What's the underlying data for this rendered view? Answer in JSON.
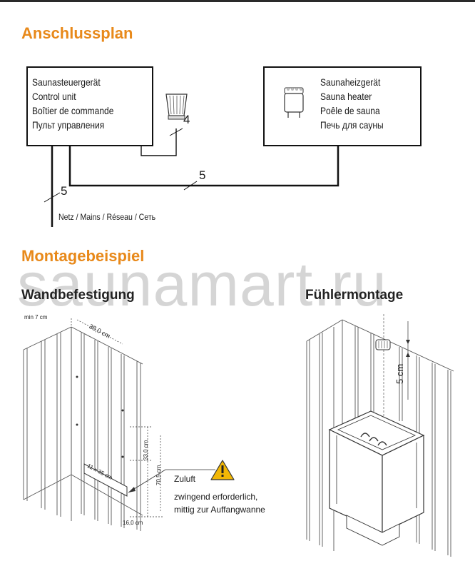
{
  "titles": {
    "wiring": "Anschlussplan",
    "mounting": "Montagebeispiel",
    "wall": "Wandbefestigung",
    "sensor": "Fühlermontage"
  },
  "control_unit": {
    "lines": [
      "Saunasteuergerät",
      "Control unit",
      "Boîtier de commande",
      "Пульт управления"
    ]
  },
  "sauna_heater": {
    "lines": [
      "Saunaheizgerät",
      "Sauna heater",
      "Poêle de sauna",
      "Печь для сауны"
    ]
  },
  "wiring_labels": {
    "sensor_cable": "4",
    "heater_cable": "5",
    "mains_cable": "5",
    "mains": "Netz / Mains / Réseau / Сеть"
  },
  "watermark": "saunamart.ru",
  "wall_dims": {
    "min": "min 7 cm",
    "width": "38,0 cm",
    "h1": "33,0 cm",
    "h2": "70,5 cm",
    "vent": "11 x 35 cm",
    "bottom": "16,0 cm"
  },
  "air_note": {
    "title": "Zuluft",
    "line1": "zwingend erforderlich,",
    "line2": "mittig zur Auffangwanne"
  },
  "sensor_dim": "5 cm",
  "colors": {
    "accent": "#e8891a",
    "warning": "#f2b705"
  }
}
